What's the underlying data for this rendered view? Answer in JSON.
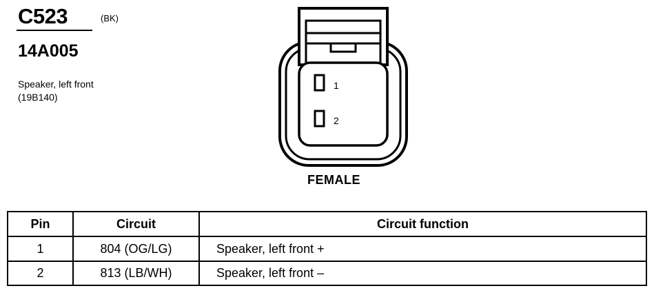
{
  "connector": {
    "id": "C523",
    "color": "(BK)",
    "part_number": "14A005",
    "description_line1": "Speaker, left front",
    "description_line2": "(19B140)"
  },
  "diagram": {
    "pin_labels": [
      "1",
      "2"
    ],
    "view_label": "FEMALE"
  },
  "table": {
    "headers": [
      "Pin",
      "Circuit",
      "Circuit function"
    ],
    "rows": [
      {
        "pin": "1",
        "circuit": "804 (OG/LG)",
        "function": "Speaker, left front  +"
      },
      {
        "pin": "2",
        "circuit": "813 (LB/WH)",
        "function": "Speaker, left front  –"
      }
    ]
  }
}
